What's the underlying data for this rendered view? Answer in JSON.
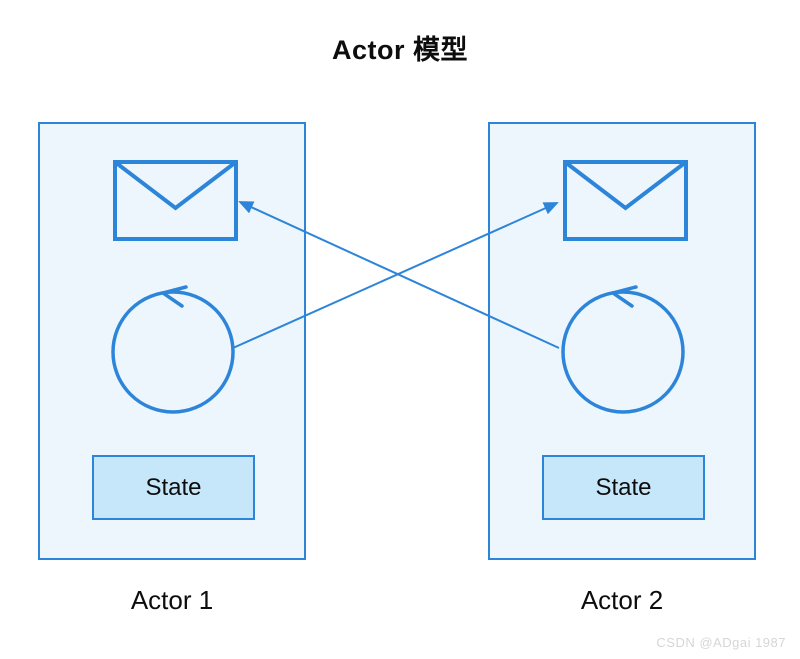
{
  "title": "Actor 模型",
  "actors": [
    {
      "label": "Actor 1",
      "state_label": "State"
    },
    {
      "label": "Actor 2",
      "state_label": "State"
    }
  ],
  "icons": {
    "mailbox": "envelope-icon",
    "loop": "process-loop-icon",
    "messages": "crossing-message-arrows"
  },
  "colors": {
    "line": "#2d85da",
    "box_fill": "#eef6fd",
    "state_fill": "#c5e7f9",
    "text": "#0d0d0d",
    "watermark": "#d6d6d6"
  },
  "watermark": "CSDN @ADgai 1987"
}
